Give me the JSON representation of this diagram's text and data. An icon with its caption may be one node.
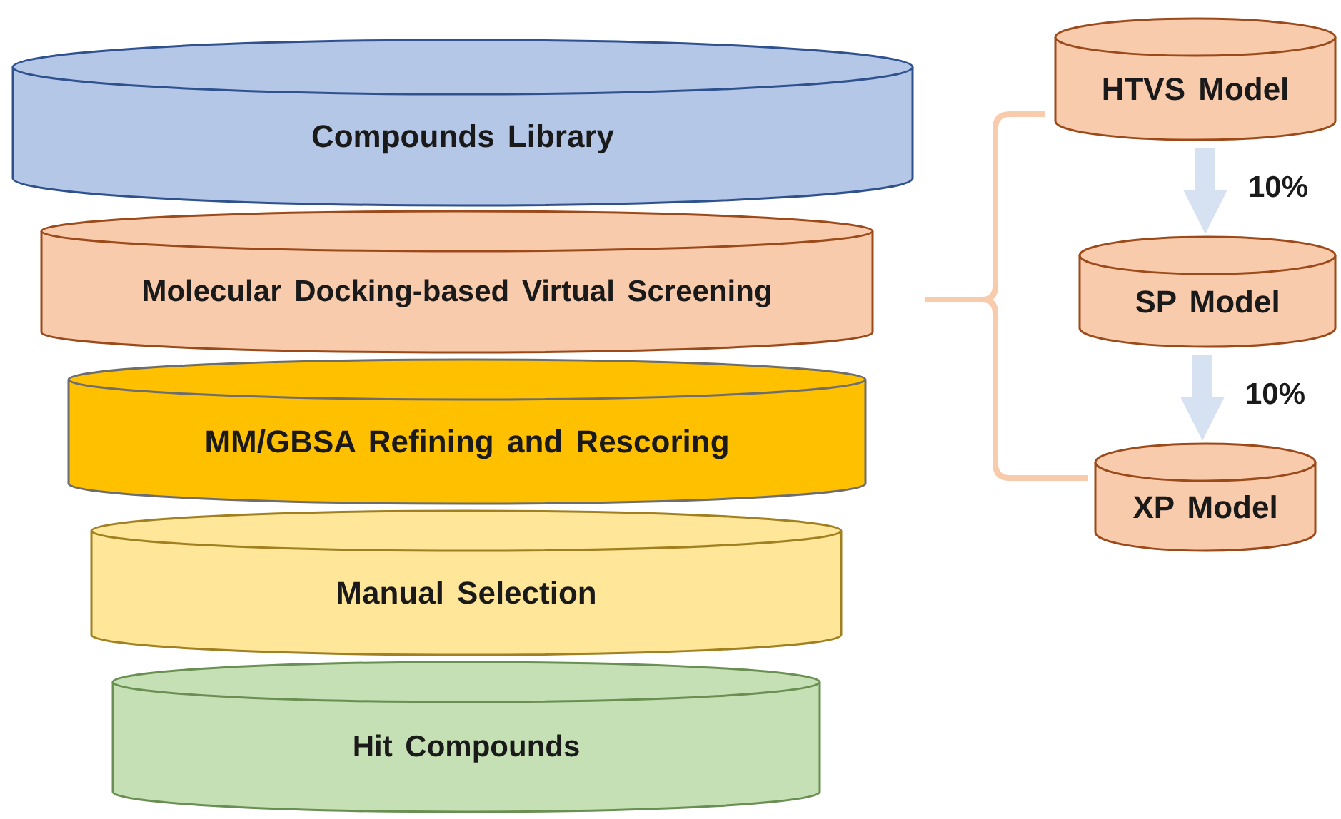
{
  "diagram": {
    "nodes": [
      {
        "text": [
          "Compounds  Library"
        ]
      },
      {
        "text": [
          "Molecular Docking-based Virtual Screening"
        ]
      },
      {
        "text": [
          "MM/GBSA Refining and Rescoring"
        ]
      },
      {
        "text": [
          "Manual Selection"
        ]
      },
      {
        "text": [
          "Hit Compounds"
        ]
      },
      {
        "text": [
          "HTVS Model"
        ]
      },
      {
        "text": [
          "SP Model"
        ]
      },
      {
        "text": [
          "XP Model"
        ]
      }
    ],
    "edges": [
      {
        "from": 5,
        "to": 6,
        "arrow": "to",
        "label": "10%"
      },
      {
        "from": 6,
        "to": 7,
        "arrow": "to",
        "label": "10%"
      }
    ]
  }
}
